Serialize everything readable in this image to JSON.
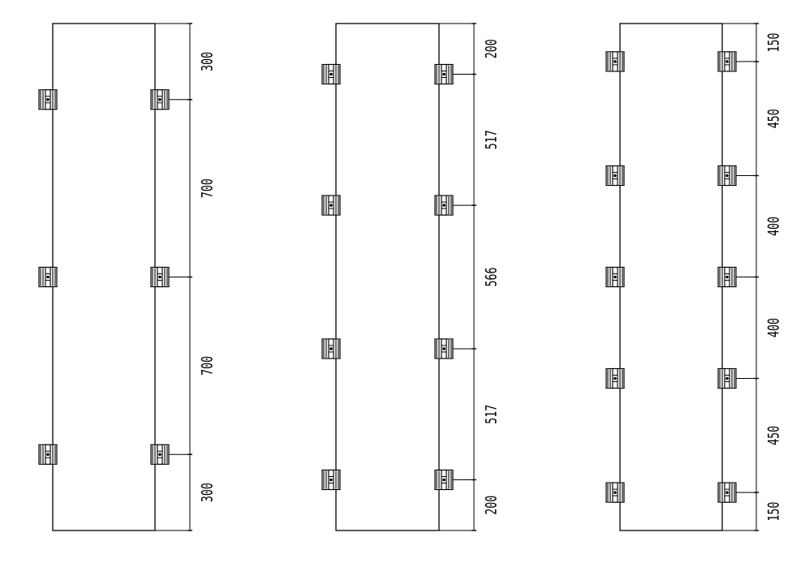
{
  "diagram": {
    "panels": [
      {
        "name": "door-3-hinges",
        "total_height": 2000,
        "hinge_positions": [
          300,
          1000,
          1700
        ],
        "segments": [
          "300",
          "700",
          "700",
          "300"
        ]
      },
      {
        "name": "door-4-hinges",
        "total_height": 2000,
        "hinge_positions": [
          200,
          717,
          1283,
          1800
        ],
        "segments": [
          "200",
          "517",
          "566",
          "517",
          "200"
        ]
      },
      {
        "name": "door-5-hinges",
        "total_height": 2000,
        "hinge_positions": [
          150,
          600,
          1000,
          1400,
          1850
        ],
        "segments": [
          "150",
          "450",
          "400",
          "400",
          "450",
          "150"
        ]
      }
    ],
    "colors": {
      "line": "#000000",
      "background": "#ffffff"
    },
    "icons": {
      "hinge": "hinge-icon"
    }
  }
}
